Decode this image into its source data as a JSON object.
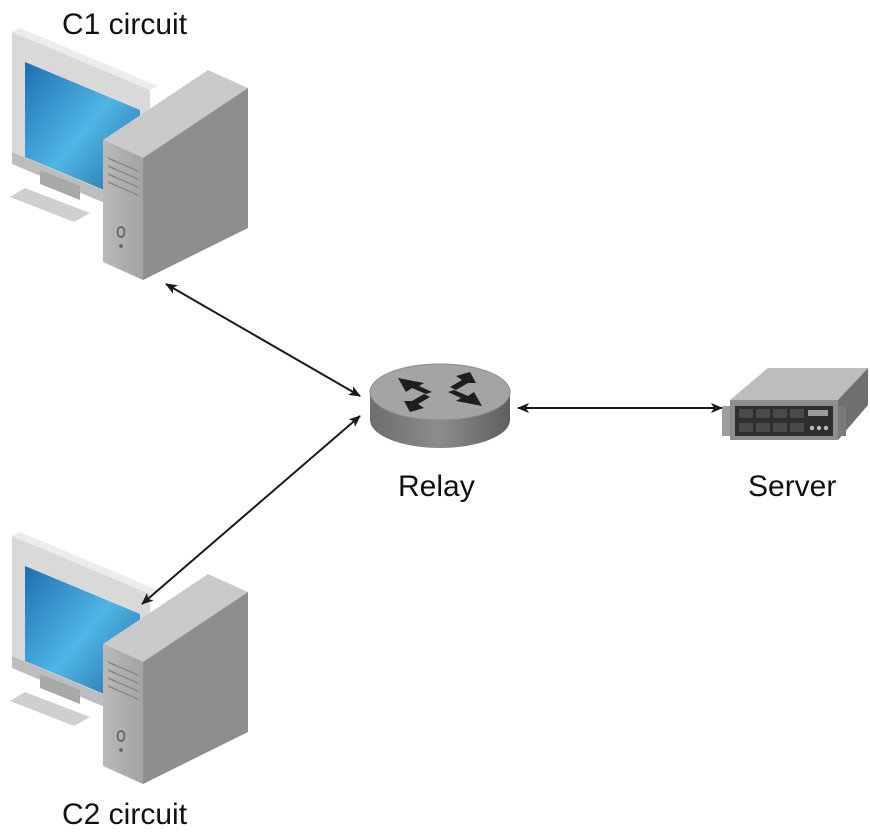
{
  "nodes": {
    "client1": {
      "label": "C1 circuit",
      "icon": "desktop-computer-icon"
    },
    "client2": {
      "label": "C2 circuit",
      "icon": "desktop-computer-icon"
    },
    "relay": {
      "label": "Relay",
      "icon": "router-icon"
    },
    "server": {
      "label": "Server",
      "icon": "rack-server-icon"
    }
  },
  "connections": [
    {
      "from": "client1",
      "to": "relay",
      "direction": "bidirectional"
    },
    {
      "from": "client2",
      "to": "relay",
      "direction": "bidirectional"
    },
    {
      "from": "relay",
      "to": "server",
      "direction": "bidirectional"
    }
  ],
  "colors": {
    "line": "#1a1a1a",
    "screen": "#3aa0d6",
    "case": "#9a9a9a",
    "router": "#7d7d7d",
    "server": "#8a8a8a"
  }
}
